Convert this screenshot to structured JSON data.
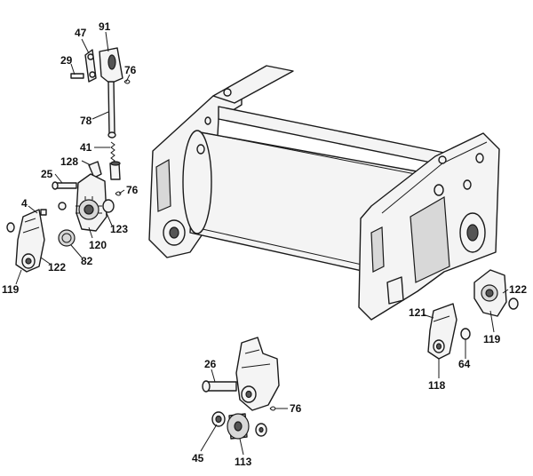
{
  "callouts": {
    "c47": "47",
    "c91": "91",
    "c29": "29",
    "c76a": "76",
    "c78": "78",
    "c41": "41",
    "c128": "128",
    "c25": "25",
    "c76b": "76",
    "c4": "4",
    "c123": "123",
    "c120": "120",
    "c82": "82",
    "c122a": "122",
    "c119a": "119",
    "c121": "121",
    "c122b": "122",
    "c119b": "119",
    "c64": "64",
    "c118": "118",
    "c26": "26",
    "c76c": "76",
    "c45": "45",
    "c113": "113"
  },
  "colors": {
    "line": "#1a1a1a",
    "fill": "#f4f4f4",
    "shade": "#d8d8d8"
  }
}
